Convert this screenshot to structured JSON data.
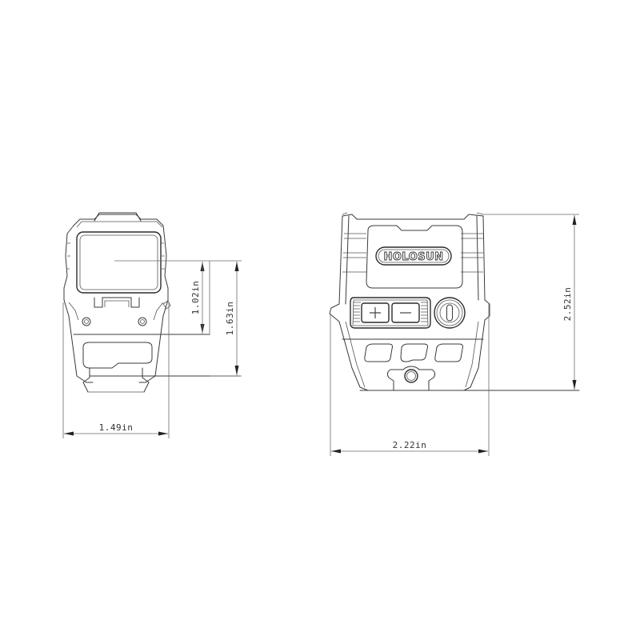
{
  "drawing": {
    "subject": "Holosun red dot sight dimension drawing",
    "views": [
      {
        "name": "front-view",
        "dimensions": {
          "width": "1.49in",
          "window_center_height": "1.02in",
          "overall_height": "1.63in"
        }
      },
      {
        "name": "side-view",
        "dimensions": {
          "length": "2.22in",
          "height": "2.52in"
        }
      }
    ],
    "logo_text": "HOLOSUN",
    "buttons": {
      "plus": "+",
      "minus": "−"
    },
    "colors": {
      "line": "#3a3a3a",
      "dimension_line": "#6a6a6a",
      "background": "#ffffff"
    }
  }
}
